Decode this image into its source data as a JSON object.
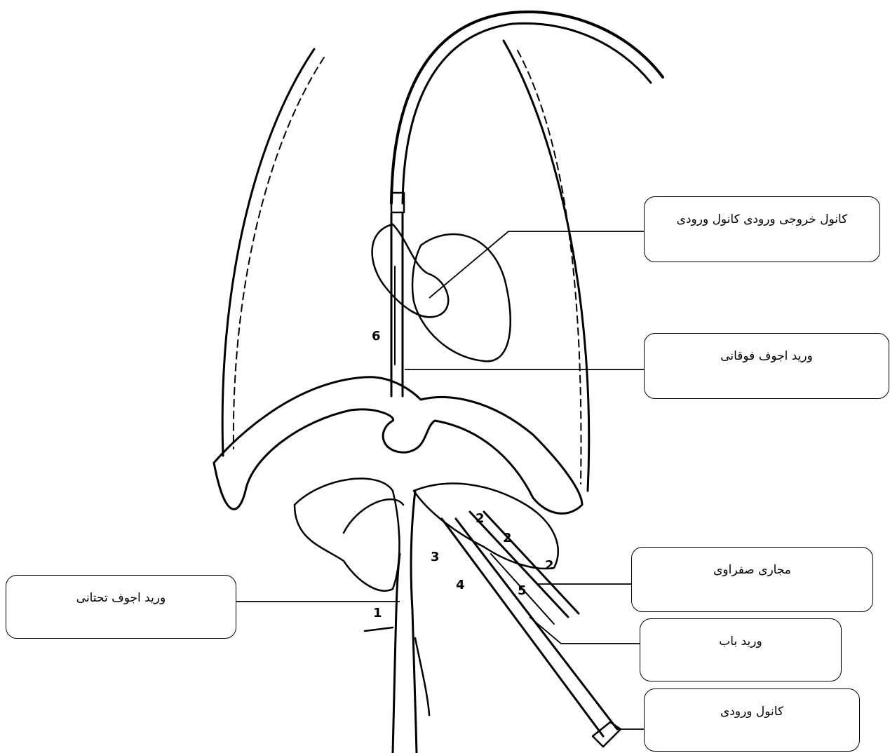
{
  "labels": {
    "cannula_out_in": "کانول خروجی ورودی کانول ورودی",
    "superior_vena_cava": "ورید اجوف فوقانی",
    "biliary_ducts": "مجاری صفراوی",
    "portal_vein": "ورید باب",
    "inlet_cannula": "کانول ورودی",
    "inferior_vena_cava": "ورید اجوف تحتانی"
  },
  "diagram_numbers": [
    "6",
    "3",
    "4",
    "5",
    "1",
    "2",
    "2",
    "2"
  ]
}
